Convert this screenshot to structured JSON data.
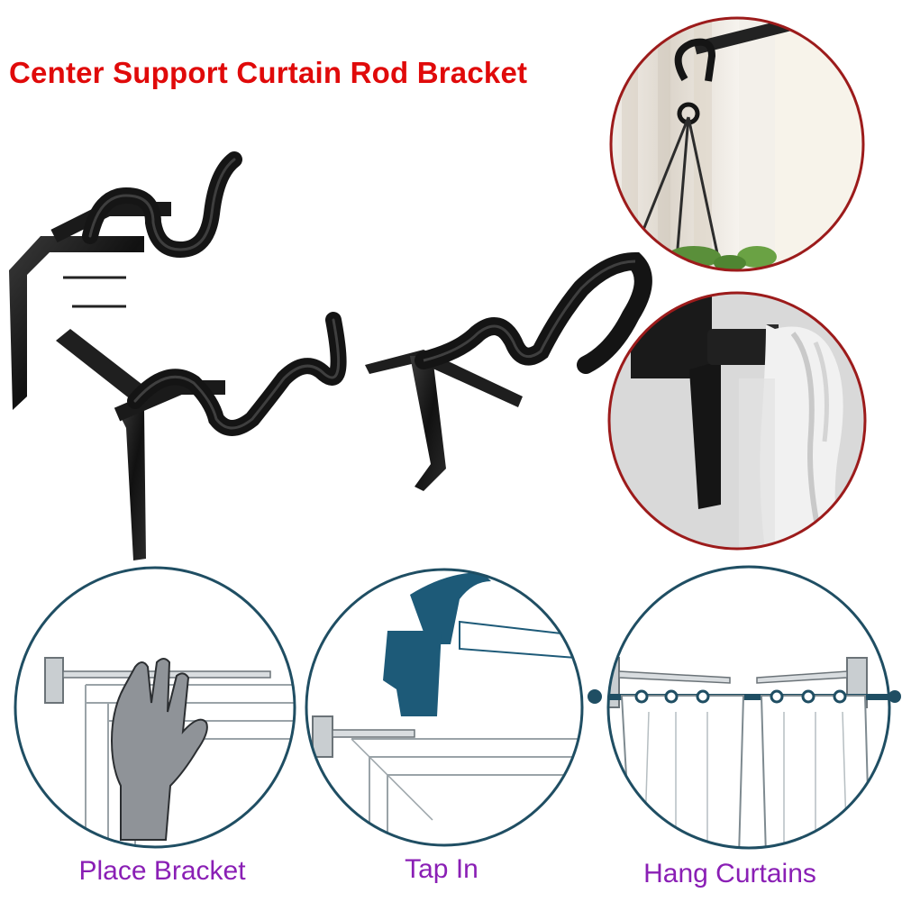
{
  "title": {
    "text": "Center Support Curtain Rod Bracket",
    "color": "#e00a0a"
  },
  "steps": [
    {
      "label": "Place Bracket"
    },
    {
      "label": "Tap In"
    },
    {
      "label": "Hang Curtains"
    }
  ],
  "colors": {
    "step_label": "#8a1fb5",
    "illustration_ring": "#1f4e63",
    "photo_ring": "#9c1b1b",
    "bracket_metal": "#1c1c1c",
    "hammer": "#1d5a78",
    "hand": "#8f9398"
  },
  "icons": [
    "hammer-icon",
    "hand-icon",
    "double-bracket-icon",
    "hanging-plant-icon"
  ]
}
